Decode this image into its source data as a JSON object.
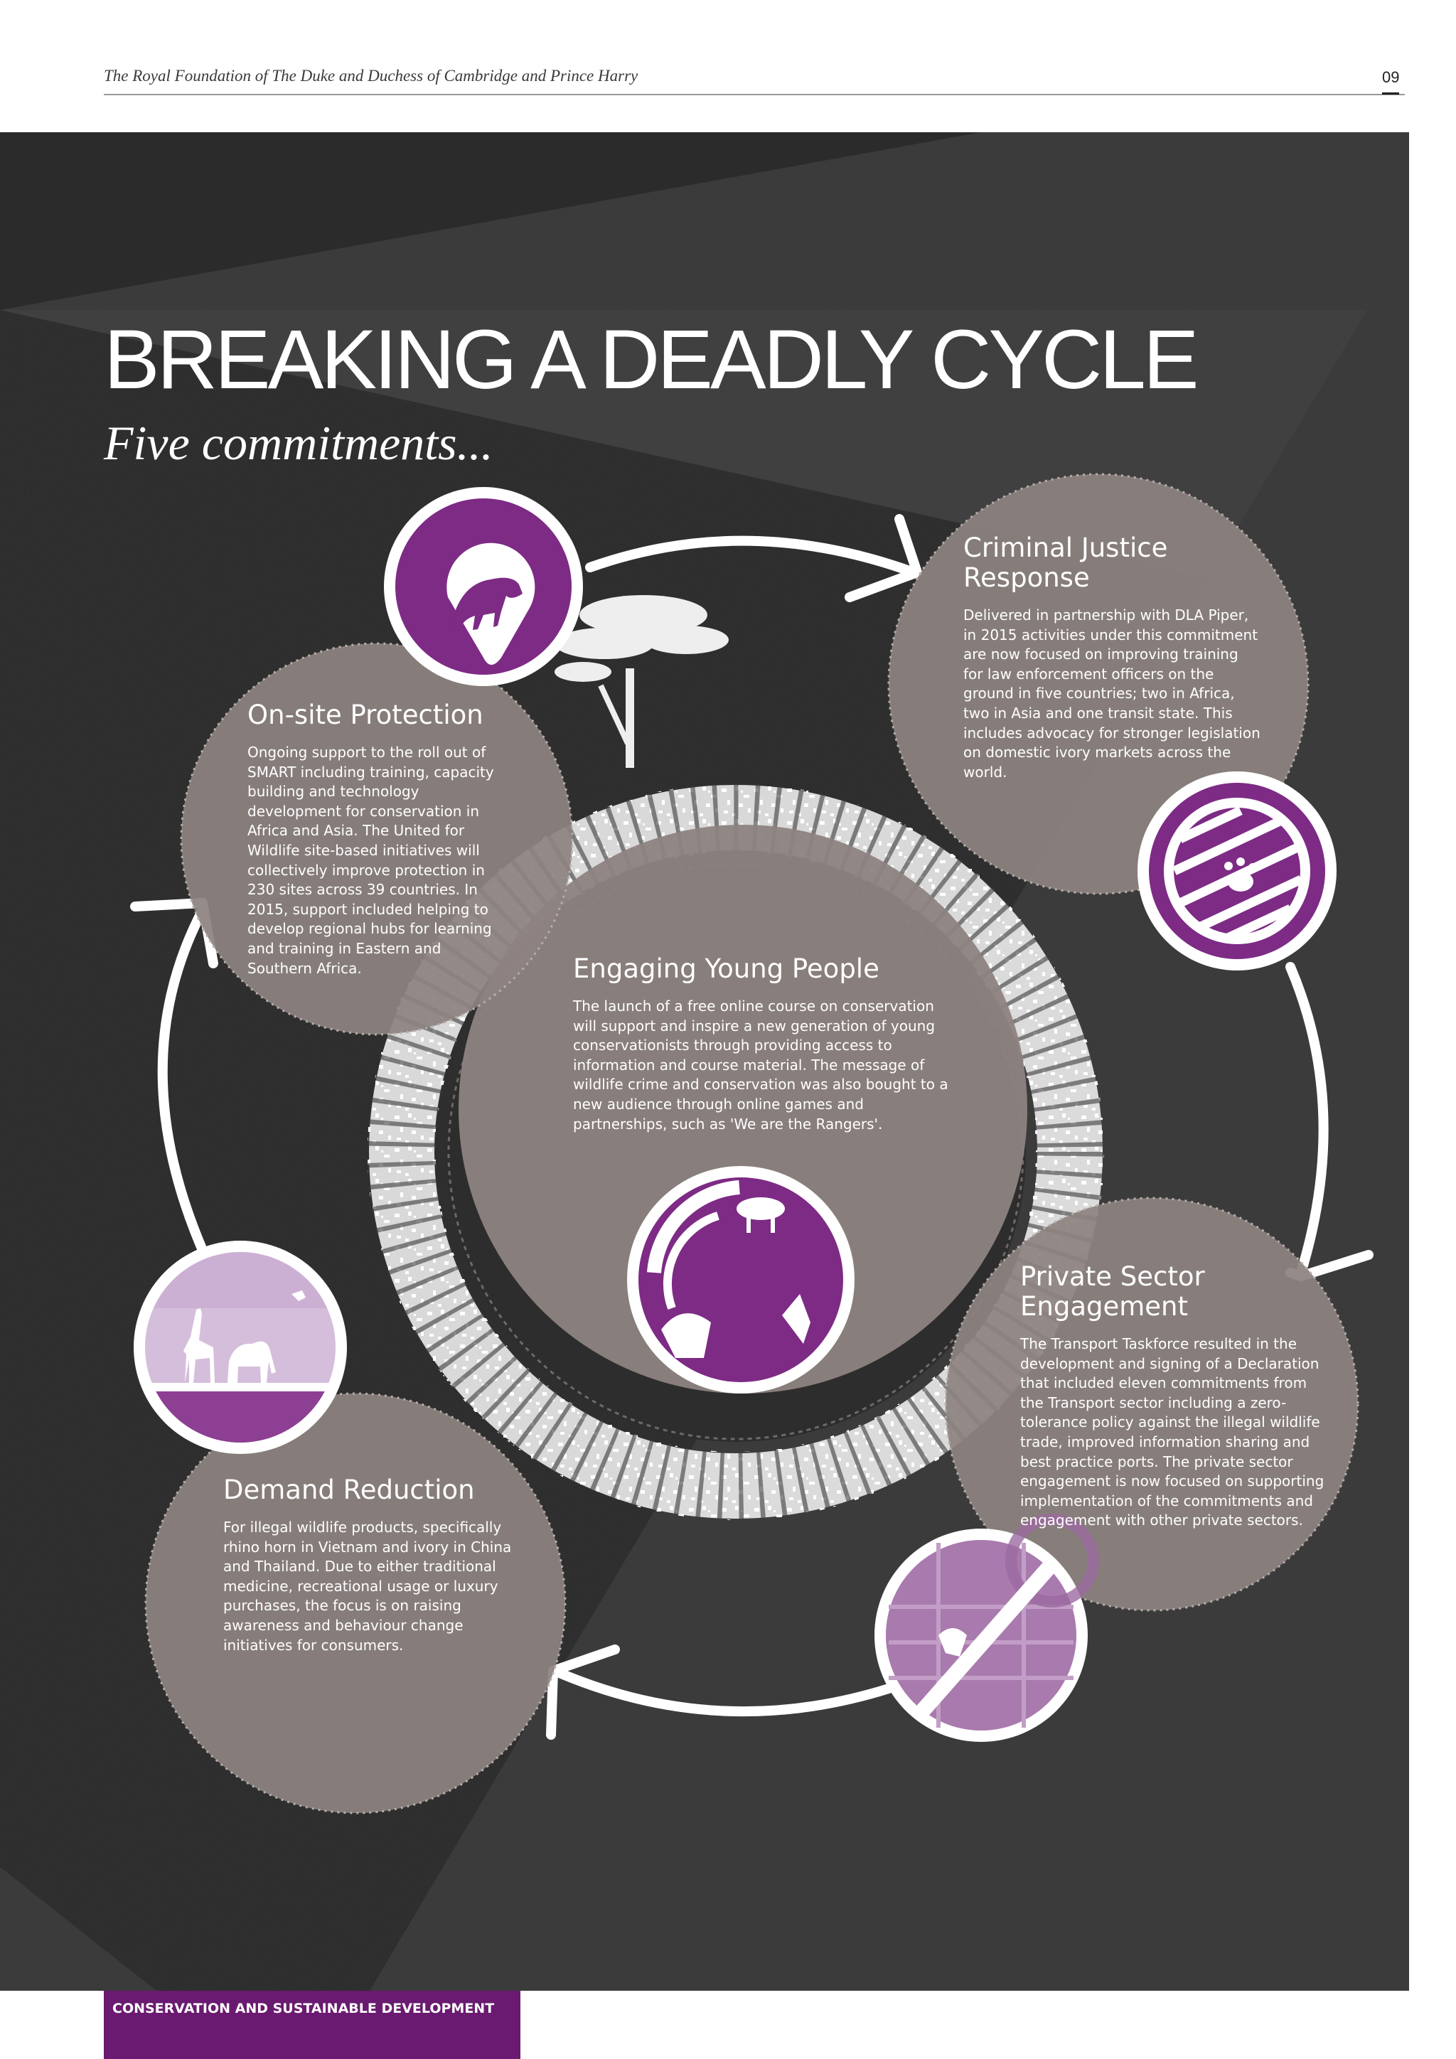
{
  "header": {
    "title": "The Royal Foundation of The Duke and Duchess of Cambridge and Prince Harry",
    "page_number": "09"
  },
  "main": {
    "title": "BREAKING A DEADLY CYCLE",
    "subtitle": "Five commitments..."
  },
  "commitments": [
    {
      "title_lines": [
        "On-site Protection"
      ],
      "body": "Ongoing support to the roll out of SMART including training, capacity building and technology development for conservation in Africa and Asia. The United for Wildlife site-based initiatives will collectively improve protection in 230 sites across 39 countries. In 2015, support included helping to develop regional hubs for learning and training in Eastern and Southern Africa.",
      "icon": "lion-pin-icon"
    },
    {
      "title_lines": [
        "Criminal Justice",
        "Response"
      ],
      "body": "Delivered in partnership with DLA Piper, in 2015 activities under this commitment are now focused on improving training for law enforcement officers on the ground in five countries; two in Africa, two in Asia and one transit state. This includes advocacy for stronger legislation on domestic ivory markets across the world.",
      "icon": "paw-jail-icon"
    },
    {
      "title_lines": [
        "Engaging Young People"
      ],
      "body": "The launch of a free online course on conservation will support and inspire a new generation of young conservationists through providing access to information and course material. The message of wildlife crime and conservation was also bought to a new audience through online games and partnerships, such as 'We are the Rangers'.",
      "icon": "globe-animals-icon"
    },
    {
      "title_lines": [
        "Private Sector",
        "Engagement"
      ],
      "body": "The Transport Taskforce resulted in the development and signing of a Declaration that included eleven commitments from the Transport sector including a zero-tolerance policy against the illegal wildlife trade, improved information sharing and best practice ports. The private sector engagement is now focused on supporting implementation of the commitments and engagement with other private sectors.",
      "icon": "no-trafficking-icon"
    },
    {
      "title_lines": [
        "Demand Reduction"
      ],
      "body": "For illegal wildlife products, specifically rhino horn in Vietnam and ivory in China and Thailand. Due to either traditional medicine, recreational usage or luxury purchases, the focus is on raising awareness and behaviour change initiatives for consumers.",
      "icon": "giraffe-elephant-icon"
    }
  ],
  "footer": {
    "label": "CONSERVATION AND SUSTAINABLE DEVELOPMENT"
  },
  "colors": {
    "panel": "#3c3b3c",
    "circle": "#8d8380",
    "accent": "#7d2b85",
    "footer": "#6a1a70"
  }
}
